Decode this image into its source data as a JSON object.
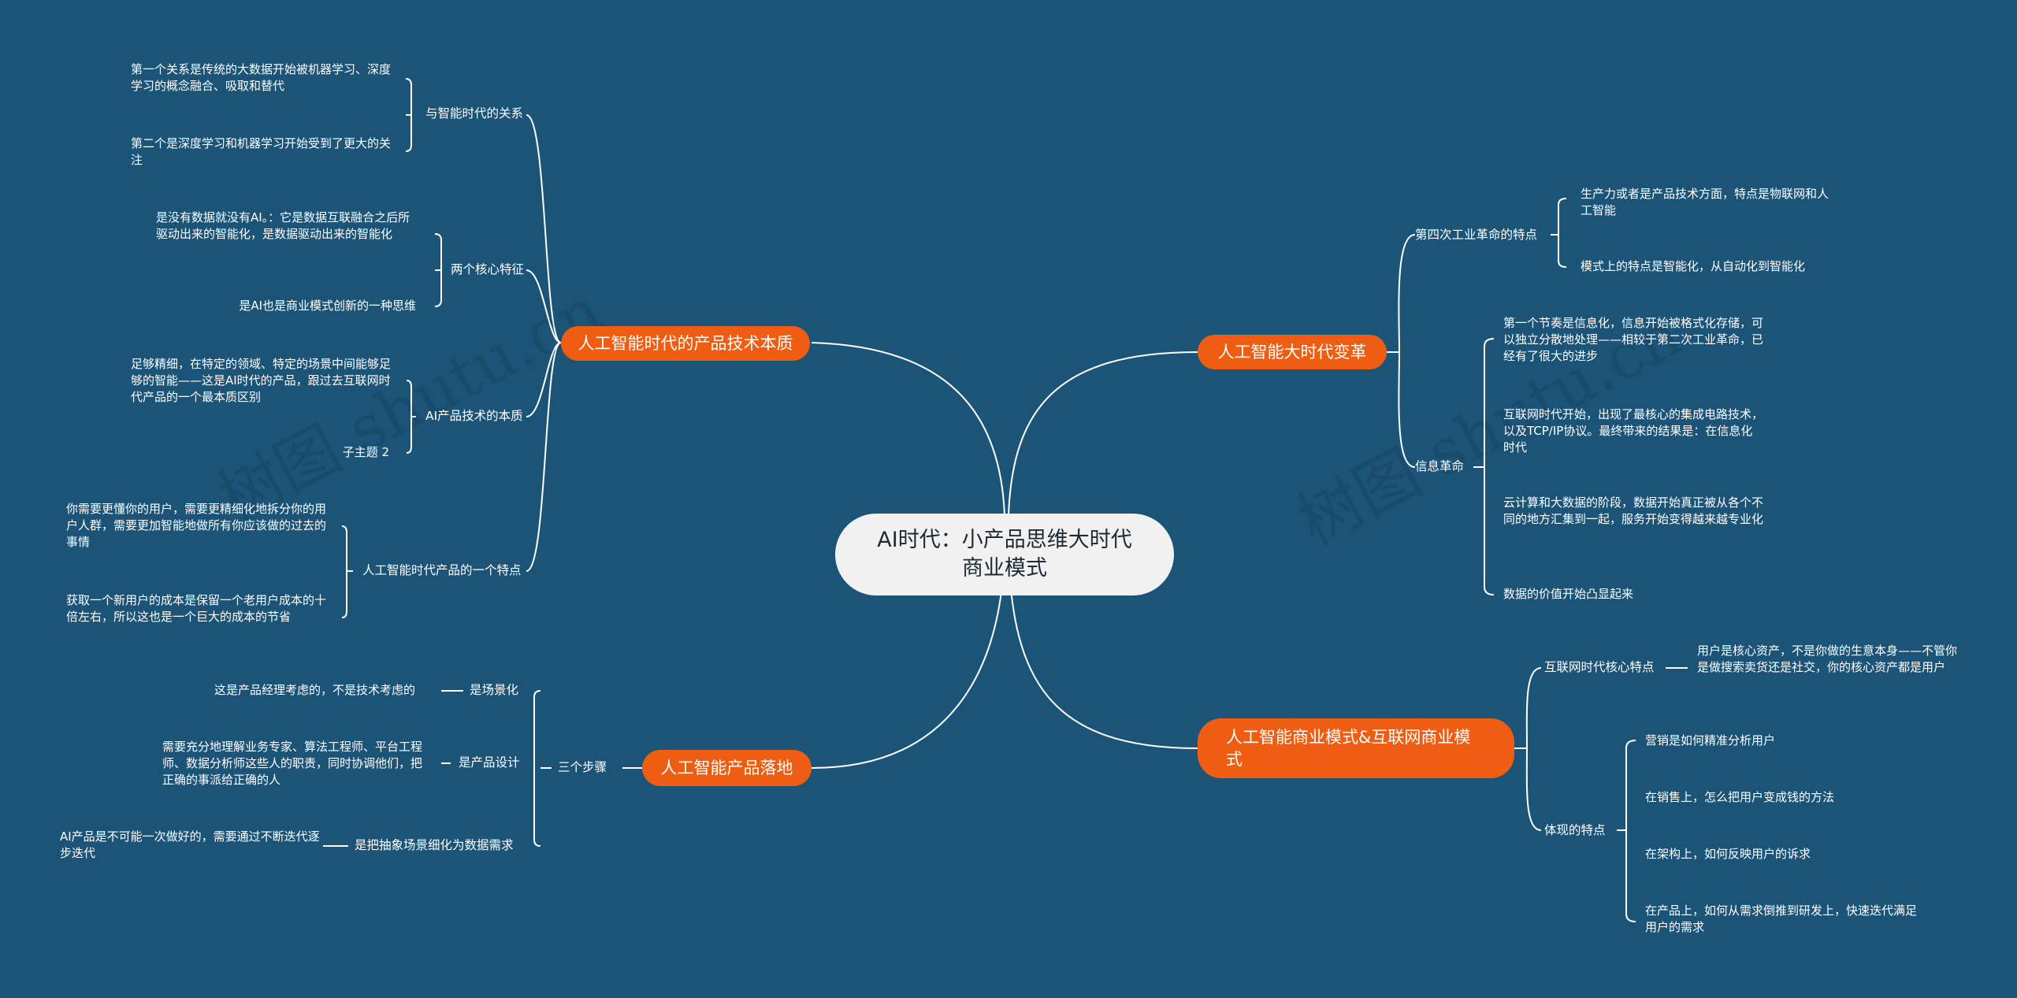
{
  "central": "AI时代：小产品思维大时代商业模式",
  "watermark": "树图 shutu.cn",
  "colors": {
    "background": "#1c5478",
    "branch": "#ef5d12",
    "central": "#f1f1f1",
    "line": "#ffffff"
  },
  "left": {
    "b1": {
      "label": "人工智能时代的产品技术本质",
      "s1": {
        "label": "与智能时代的关系",
        "l1": "第一个关系是传统的大数据开始被机器学习、深度学习的概念融合、吸取和替代",
        "l2": "第二个是深度学习和机器学习开始受到了更大的关注"
      },
      "s2": {
        "label": "两个核心特征",
        "l1": "是没有数据就没有AI。：它是数据互联融合之后所驱动出来的智能化，是数据驱动出来的智能化",
        "l2": "是AI也是商业模式创新的一种思维"
      },
      "s3": {
        "label": "AI产品技术的本质",
        "l1": "足够精细，在特定的领域、特定的场景中间能够足够的智能——这是AI时代的产品，跟过去互联网时代产品的一个最本质区别",
        "l2": "子主题 2"
      },
      "s4": {
        "label": "人工智能时代产品的一个特点",
        "l1": "你需要更懂你的用户，需要更精细化地拆分你的用户人群，需要更加智能地做所有你应该做的过去的事情",
        "l2": "获取一个新用户的成本是保留一个老用户成本的十倍左右，所以这也是一个巨大的成本的节省"
      }
    },
    "b2": {
      "label": "人工智能产品落地",
      "s1": {
        "label": "三个步骤"
      },
      "t1": {
        "label": "是场景化",
        "leaf": "这是产品经理考虑的，不是技术考虑的"
      },
      "t2": {
        "label": "是产品设计",
        "leaf": "需要充分地理解业务专家、算法工程师、平台工程师、数据分析师这些人的职责，同时协调他们，把正确的事派给正确的人"
      },
      "t3": {
        "label": "是把抽象场景细化为数据需求",
        "leaf": "AI产品是不可能一次做好的，需要通过不断迭代逐步迭代"
      }
    }
  },
  "right": {
    "b1": {
      "label": "人工智能大时代变革",
      "s1": {
        "label": "第四次工业革命的特点",
        "l1": "生产力或者是产品技术方面，特点是物联网和人工智能",
        "l2": "模式上的特点是智能化，从自动化到智能化"
      },
      "s2": {
        "label": "信息革命",
        "l1": "第一个节奏是信息化，信息开始被格式化存储，可以独立分散地处理——相较于第二次工业革命，已经有了很大的进步",
        "l2": "互联网时代开始，出现了最核心的集成电路技术，以及TCP/IP协议。最终带来的结果是：在信息化时代",
        "l3": "云计算和大数据的阶段，数据开始真正被从各个不同的地方汇集到一起，服务开始变得越来越专业化",
        "l4": "数据的价值开始凸显起来"
      }
    },
    "b2": {
      "label": "人工智能商业模式&互联网商业模式",
      "s1": {
        "label": "互联网时代核心特点",
        "l1": "用户是核心资产，不是你做的生意本身——不管你是做搜索卖货还是社交，你的核心资产都是用户"
      },
      "s2": {
        "label": "体现的特点",
        "l1": "营销是如何精准分析用户",
        "l2": "在销售上，怎么把用户变成钱的方法",
        "l3": "在架构上，如何反映用户的诉求",
        "l4": "在产品上，如何从需求倒推到研发上，快速迭代满足用户的需求"
      }
    }
  }
}
